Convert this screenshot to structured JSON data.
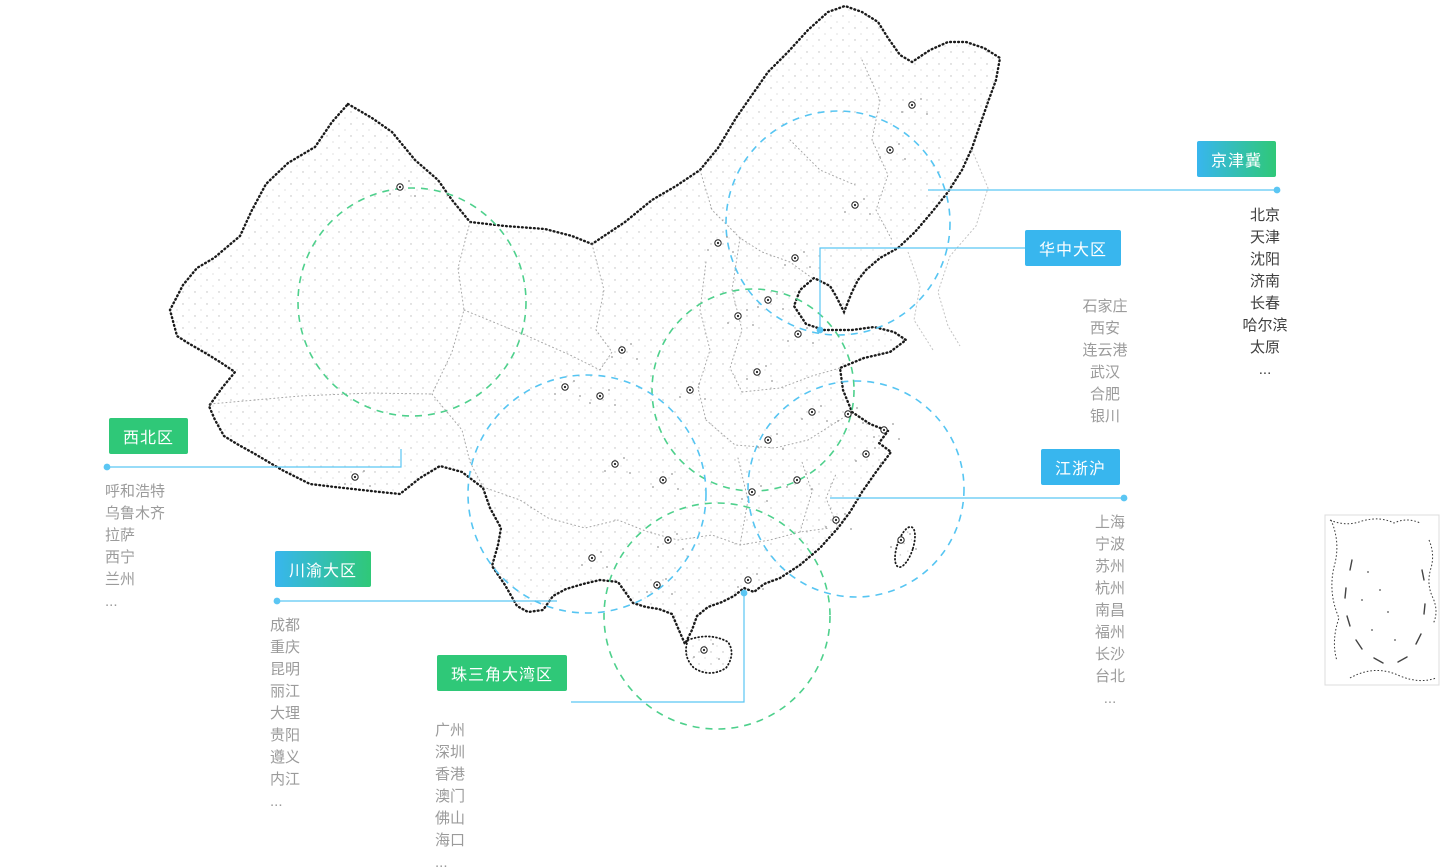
{
  "theme": {
    "label_blue": "#38b6ee",
    "label_green": "#2fc878",
    "line_blue": "#5bc6f3",
    "circle_blue": "#56c5f2",
    "circle_green": "#4ed08c",
    "city_text": "#9b9b9b",
    "city_text_dark": "#3f3f3f",
    "map_outline": "#1b1b1b",
    "province_line": "#8a8a8a"
  },
  "regions": [
    {
      "id": "jingjinji",
      "label": "京津冀",
      "label_style": "gradient",
      "cities": [
        "北京",
        "天津",
        "沈阳",
        "济南",
        "长春",
        "哈尔滨",
        "太原",
        "..."
      ]
    },
    {
      "id": "huazhong",
      "label": "华中大区",
      "label_style": "blue",
      "cities": [
        "石家庄",
        "西安",
        "连云港",
        "武汉",
        "合肥",
        "银川"
      ]
    },
    {
      "id": "xibei",
      "label": "西北区",
      "label_style": "green",
      "cities": [
        "呼和浩特",
        "乌鲁木齐",
        "拉萨",
        "西宁",
        "兰州",
        "..."
      ]
    },
    {
      "id": "chuanyu",
      "label": "川渝大区",
      "label_style": "gradient",
      "cities": [
        "成都",
        "重庆",
        "昆明",
        "丽江",
        "大理",
        "贵阳",
        "遵义",
        "内江",
        "..."
      ]
    },
    {
      "id": "zhusanjiao",
      "label": "珠三角大湾区",
      "label_style": "green",
      "cities": [
        "广州",
        "深圳",
        "香港",
        "澳门",
        "佛山",
        "海口",
        "..."
      ]
    },
    {
      "id": "jiangzhehu",
      "label": "江浙沪",
      "label_style": "blue",
      "cities": [
        "上海",
        "宁波",
        "苏州",
        "杭州",
        "南昌",
        "福州",
        "长沙",
        "台北",
        "..."
      ]
    }
  ]
}
